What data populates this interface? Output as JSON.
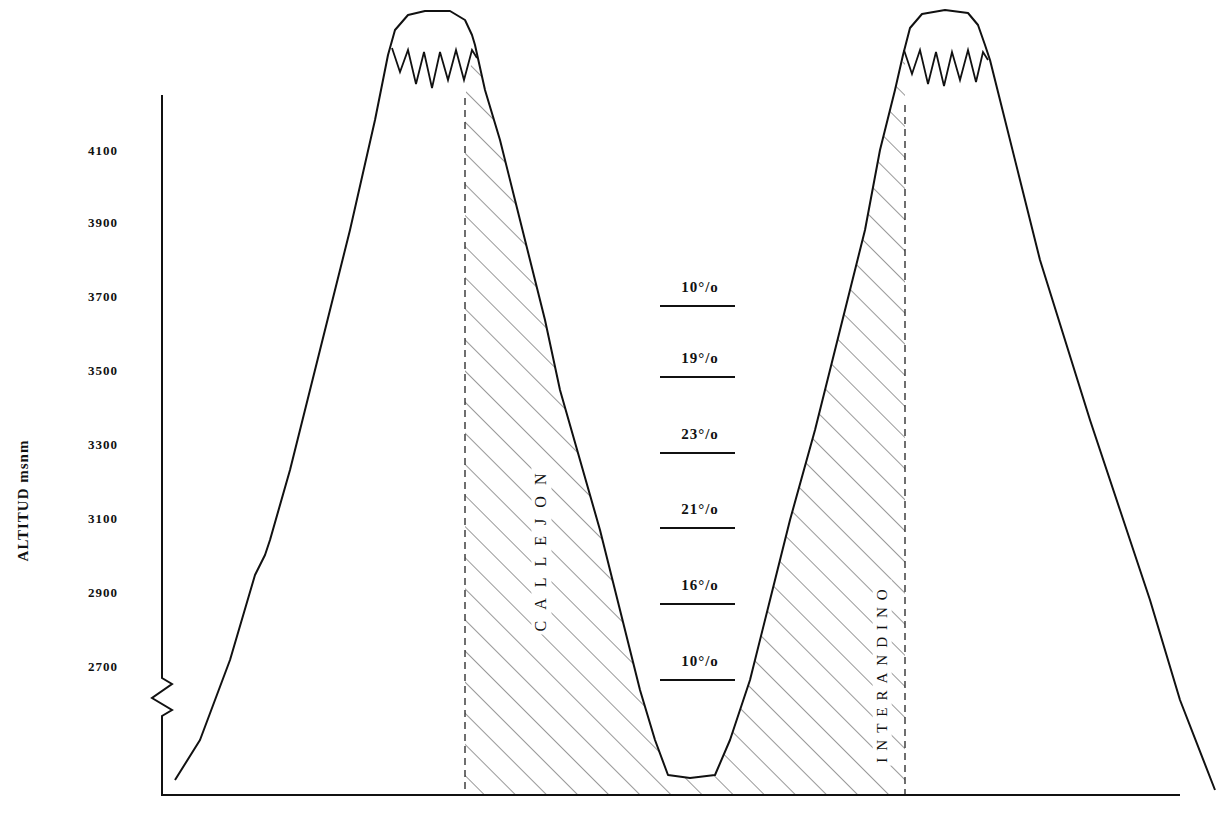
{
  "diagram": {
    "labels": [
      "ALTITUD msnm",
      "4100",
      "3900",
      "3700",
      "3500",
      "3300",
      "3100",
      "2900",
      "2700",
      "10°/o",
      "19°/o",
      "23°/o",
      "21°/o",
      "16°/o",
      "10°/o",
      "CALLEJON",
      "INTERANDINO"
    ]
  }
}
